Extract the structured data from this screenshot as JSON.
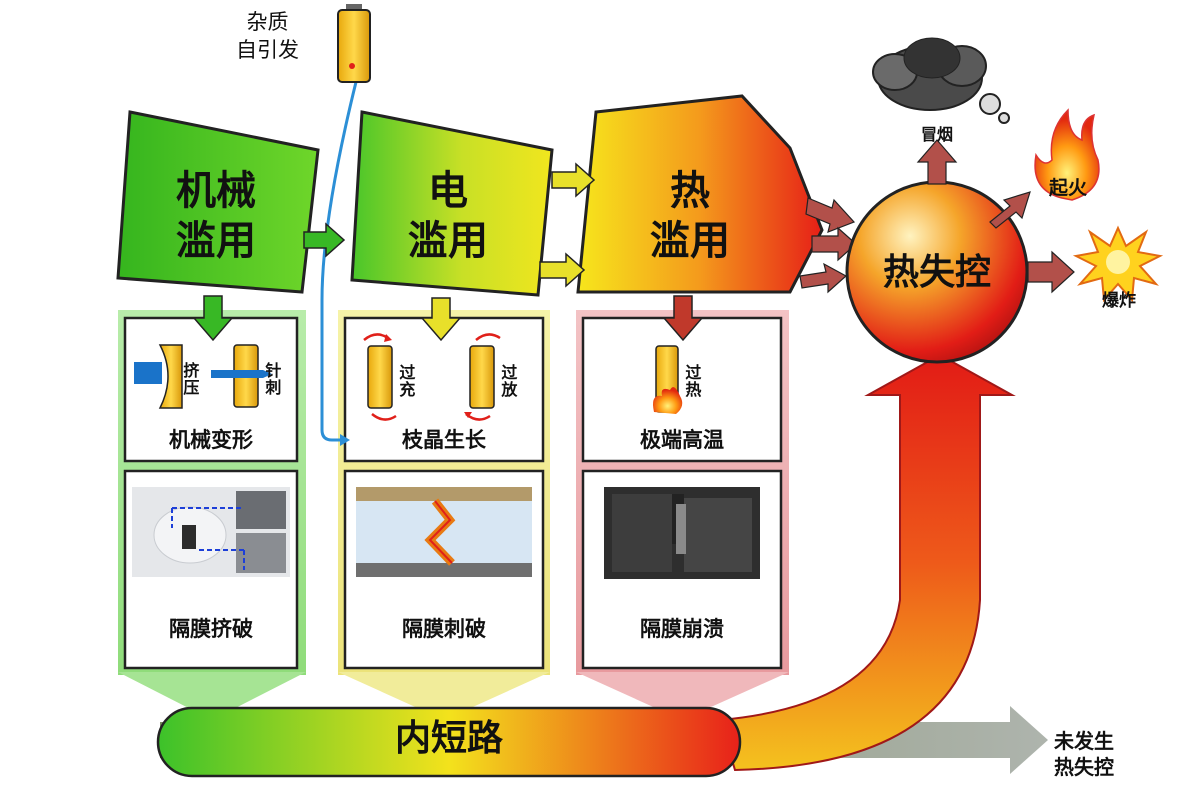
{
  "stages": [
    {
      "id": "mechanical",
      "title_line1": "机械",
      "title_line2": "滥用",
      "color": "#3fbf2a",
      "trigger_a": "挤压",
      "trigger_b": "针刺",
      "mechanism": "机械变形",
      "separator_effect": "隔膜挤破"
    },
    {
      "id": "electrical",
      "title_line1": "电",
      "title_line2": "滥用",
      "color": "#d8e020",
      "trigger_a": "过充",
      "trigger_b": "过放",
      "mechanism": "枝晶生长",
      "separator_effect": "隔膜刺破"
    },
    {
      "id": "thermal",
      "title_line1": "热",
      "title_line2": "滥用",
      "color": "#ee3b1e",
      "trigger_a": "过热",
      "mechanism": "极端高温",
      "separator_effect": "隔膜崩溃"
    }
  ],
  "impurity_label_line1": "杂质",
  "impurity_label_line2": "自引发",
  "thermal_runaway": "热失控",
  "outcomes": {
    "smoke": "冒烟",
    "fire": "起火",
    "explosion": "爆炸"
  },
  "internal_short": "内短路",
  "no_runaway_line1": "未发生",
  "no_runaway_line2": "热失控",
  "colors": {
    "green": "#2fbf1f",
    "yellow": "#f2e21c",
    "red": "#e8211a",
    "arrow_brown": "#b2504a",
    "box_pink": "#e9a6aa"
  }
}
